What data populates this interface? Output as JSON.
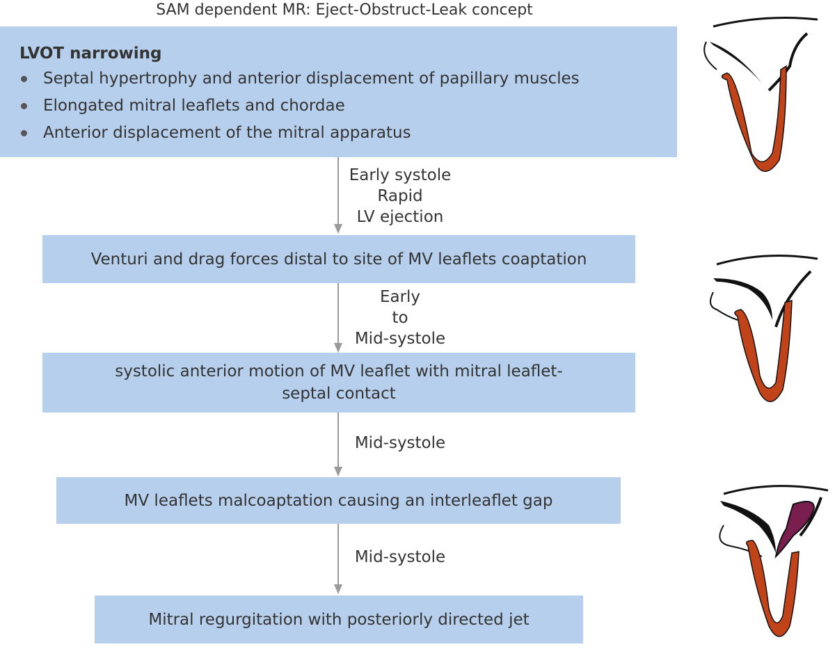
{
  "title": "SAM dependent MR: Eject-Obstruct-Leak concept",
  "box1": {
    "heading": "LVOT narrowing",
    "bullets": [
      "Septal hypertrophy and anterior displacement of papillary muscles",
      "Elongated mitral leaflets and chordae",
      "Anterior displacement of the mitral apparatus"
    ]
  },
  "transition1": [
    "Early systole",
    "Rapid",
    "LV ejection"
  ],
  "box2": "Venturi and drag forces distal to site of MV leaflets coaptation",
  "transition2": [
    "Early",
    "to",
    "Mid-systole"
  ],
  "box3": [
    "systolic anterior motion of MV leaflet with mitral leaflet-",
    "septal contact"
  ],
  "transition3": "Mid-systole",
  "box4": "MV leaflets malcoaptation causing an interleaflet gap",
  "transition4": "Mid-systole",
  "box5": "Mitral regurgitation with posteriorly directed jet",
  "colors": {
    "box_fill": "#b6cfec",
    "arrow": "#9a9a9a",
    "myocardium": "#c0431a",
    "regurgitant_jet": "#7a1e4f"
  }
}
